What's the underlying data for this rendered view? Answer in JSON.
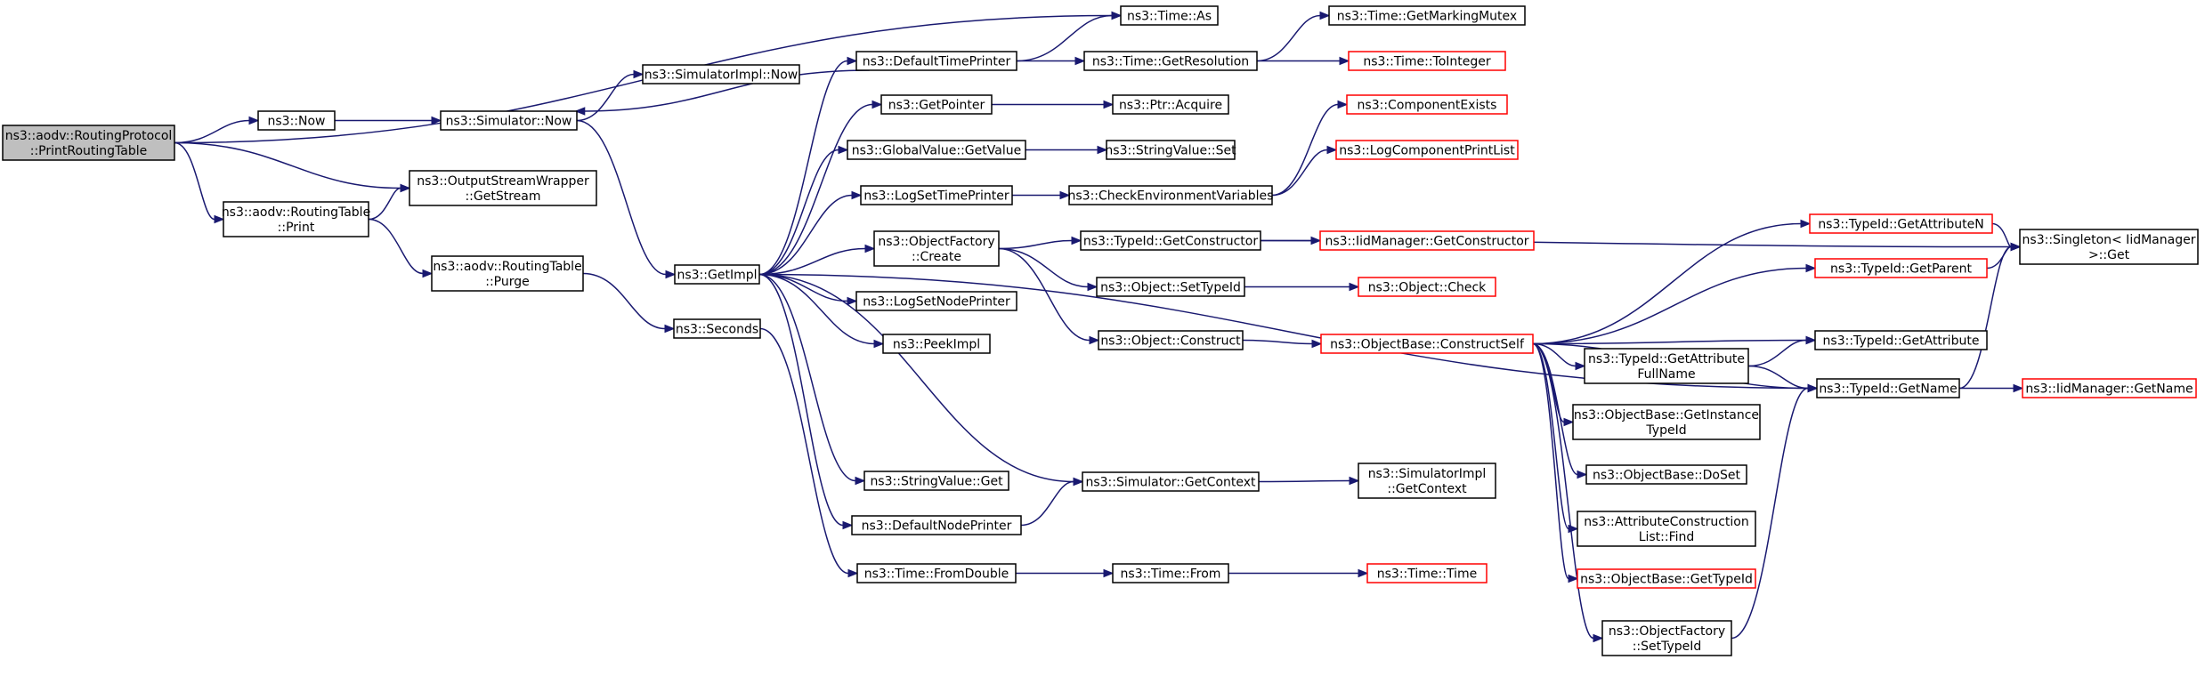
{
  "diagram": {
    "type": "call-graph",
    "colors": {
      "edge": "#191970",
      "node_border": "#000000",
      "node_border_external": "#ff0000",
      "root_fill": "#bfbfbf",
      "node_fill": "#ffffff"
    },
    "nodes": [
      {
        "id": "root",
        "lines": [
          "ns3::aodv::RoutingProtocol",
          "::PrintRoutingTable"
        ],
        "style": "root"
      },
      {
        "id": "now",
        "lines": [
          "ns3::Now"
        ],
        "style": "normal"
      },
      {
        "id": "rt_print",
        "lines": [
          "ns3::aodv::RoutingTable",
          "::Print"
        ],
        "style": "normal"
      },
      {
        "id": "time_as",
        "lines": [
          "ns3::Time::As"
        ],
        "style": "normal"
      },
      {
        "id": "osw_getstream",
        "lines": [
          "ns3::OutputStreamWrapper",
          "::GetStream"
        ],
        "style": "normal"
      },
      {
        "id": "sim_now",
        "lines": [
          "ns3::Simulator::Now"
        ],
        "style": "normal"
      },
      {
        "id": "rt_purge",
        "lines": [
          "ns3::aodv::RoutingTable",
          "::Purge"
        ],
        "style": "normal"
      },
      {
        "id": "simimpl_now",
        "lines": [
          "ns3::SimulatorImpl::Now"
        ],
        "style": "normal"
      },
      {
        "id": "getimpl",
        "lines": [
          "ns3::GetImpl"
        ],
        "style": "normal"
      },
      {
        "id": "seconds",
        "lines": [
          "ns3::Seconds"
        ],
        "style": "normal"
      },
      {
        "id": "default_time_printer",
        "lines": [
          "ns3::DefaultTimePrinter"
        ],
        "style": "normal"
      },
      {
        "id": "get_pointer",
        "lines": [
          "ns3::GetPointer"
        ],
        "style": "normal"
      },
      {
        "id": "gv_getvalue",
        "lines": [
          "ns3::GlobalValue::GetValue"
        ],
        "style": "normal"
      },
      {
        "id": "log_set_time_printer",
        "lines": [
          "ns3::LogSetTimePrinter"
        ],
        "style": "normal"
      },
      {
        "id": "of_create",
        "lines": [
          "ns3::ObjectFactory",
          "::Create"
        ],
        "style": "normal"
      },
      {
        "id": "log_set_node_printer",
        "lines": [
          "ns3::LogSetNodePrinter"
        ],
        "style": "normal"
      },
      {
        "id": "peek_impl",
        "lines": [
          "ns3::PeekImpl"
        ],
        "style": "normal"
      },
      {
        "id": "sv_get",
        "lines": [
          "ns3::StringValue::Get"
        ],
        "style": "normal"
      },
      {
        "id": "default_node_printer",
        "lines": [
          "ns3::DefaultNodePrinter"
        ],
        "style": "normal"
      },
      {
        "id": "time_fromdouble",
        "lines": [
          "ns3::Time::FromDouble"
        ],
        "style": "normal"
      },
      {
        "id": "time_getresolution",
        "lines": [
          "ns3::Time::GetResolution"
        ],
        "style": "normal"
      },
      {
        "id": "ptr_acquire",
        "lines": [
          "ns3::Ptr::Acquire"
        ],
        "style": "normal"
      },
      {
        "id": "sv_set",
        "lines": [
          "ns3::StringValue::Set"
        ],
        "style": "normal"
      },
      {
        "id": "check_env",
        "lines": [
          "ns3::CheckEnvironmentVariables"
        ],
        "style": "normal"
      },
      {
        "id": "typeid_getconstructor",
        "lines": [
          "ns3::TypeId::GetConstructor"
        ],
        "style": "normal"
      },
      {
        "id": "object_settypeid",
        "lines": [
          "ns3::Object::SetTypeId"
        ],
        "style": "normal"
      },
      {
        "id": "object_construct",
        "lines": [
          "ns3::Object::Construct"
        ],
        "style": "normal"
      },
      {
        "id": "sim_getcontext",
        "lines": [
          "ns3::Simulator::GetContext"
        ],
        "style": "normal"
      },
      {
        "id": "time_from",
        "lines": [
          "ns3::Time::From"
        ],
        "style": "normal"
      },
      {
        "id": "time_getmarkingmutex",
        "lines": [
          "ns3::Time::GetMarkingMutex"
        ],
        "style": "normal"
      },
      {
        "id": "time_tointeger",
        "lines": [
          "ns3::Time::ToInteger"
        ],
        "style": "external"
      },
      {
        "id": "component_exists",
        "lines": [
          "ns3::ComponentExists"
        ],
        "style": "external"
      },
      {
        "id": "log_component_print_list",
        "lines": [
          "ns3::LogComponentPrintList"
        ],
        "style": "external"
      },
      {
        "id": "iidmanager_getconstructor",
        "lines": [
          "ns3::IidManager::GetConstructor"
        ],
        "style": "external"
      },
      {
        "id": "object_check",
        "lines": [
          "ns3::Object::Check"
        ],
        "style": "external"
      },
      {
        "id": "ob_constructself",
        "lines": [
          "ns3::ObjectBase::ConstructSelf"
        ],
        "style": "external"
      },
      {
        "id": "simimpl_getcontext",
        "lines": [
          "ns3::SimulatorImpl",
          "::GetContext"
        ],
        "style": "normal"
      },
      {
        "id": "time_time",
        "lines": [
          "ns3::Time::Time"
        ],
        "style": "external"
      },
      {
        "id": "typeid_getattributen",
        "lines": [
          "ns3::TypeId::GetAttributeN"
        ],
        "style": "external"
      },
      {
        "id": "typeid_getparent",
        "lines": [
          "ns3::TypeId::GetParent"
        ],
        "style": "external"
      },
      {
        "id": "typeid_getattributefullname",
        "lines": [
          "ns3::TypeId::GetAttribute",
          "FullName"
        ],
        "style": "normal"
      },
      {
        "id": "ob_getinstancetypeid",
        "lines": [
          "ns3::ObjectBase::GetInstance",
          "TypeId"
        ],
        "style": "normal"
      },
      {
        "id": "ob_doset",
        "lines": [
          "ns3::ObjectBase::DoSet"
        ],
        "style": "normal"
      },
      {
        "id": "acl_find",
        "lines": [
          "ns3::AttributeConstruction",
          "List::Find"
        ],
        "style": "normal"
      },
      {
        "id": "ob_gettypeid",
        "lines": [
          "ns3::ObjectBase::GetTypeId"
        ],
        "style": "external"
      },
      {
        "id": "of_settypeid",
        "lines": [
          "ns3::ObjectFactory",
          "::SetTypeId"
        ],
        "style": "normal"
      },
      {
        "id": "singleton_get",
        "lines": [
          "ns3::Singleton< IidManager",
          " >::Get"
        ],
        "style": "normal"
      },
      {
        "id": "typeid_getattribute",
        "lines": [
          "ns3::TypeId::GetAttribute"
        ],
        "style": "normal"
      },
      {
        "id": "typeid_getname",
        "lines": [
          "ns3::TypeId::GetName"
        ],
        "style": "normal"
      },
      {
        "id": "iidmanager_getname",
        "lines": [
          "ns3::IidManager::GetName"
        ],
        "style": "external"
      }
    ],
    "edges": [
      [
        "root",
        "time_as"
      ],
      [
        "root",
        "now"
      ],
      [
        "root",
        "osw_getstream"
      ],
      [
        "root",
        "rt_print"
      ],
      [
        "now",
        "sim_now"
      ],
      [
        "rt_print",
        "osw_getstream"
      ],
      [
        "rt_print",
        "rt_purge"
      ],
      [
        "rt_purge",
        "seconds"
      ],
      [
        "sim_now",
        "simimpl_now"
      ],
      [
        "sim_now",
        "getimpl"
      ],
      [
        "seconds",
        "time_fromdouble"
      ],
      [
        "getimpl",
        "default_time_printer"
      ],
      [
        "getimpl",
        "get_pointer"
      ],
      [
        "getimpl",
        "gv_getvalue"
      ],
      [
        "getimpl",
        "log_set_time_printer"
      ],
      [
        "getimpl",
        "of_create"
      ],
      [
        "getimpl",
        "log_set_node_printer"
      ],
      [
        "getimpl",
        "peek_impl"
      ],
      [
        "getimpl",
        "sv_get"
      ],
      [
        "getimpl",
        "default_node_printer"
      ],
      [
        "getimpl",
        "sim_getcontext"
      ],
      [
        "getimpl",
        "typeid_getname"
      ],
      [
        "default_time_printer",
        "time_as"
      ],
      [
        "default_time_printer",
        "time_getresolution"
      ],
      [
        "default_time_printer",
        "sim_now"
      ],
      [
        "get_pointer",
        "ptr_acquire"
      ],
      [
        "gv_getvalue",
        "sv_set"
      ],
      [
        "log_set_time_printer",
        "check_env"
      ],
      [
        "of_create",
        "typeid_getconstructor"
      ],
      [
        "of_create",
        "object_settypeid"
      ],
      [
        "of_create",
        "object_construct"
      ],
      [
        "default_node_printer",
        "sim_getcontext"
      ],
      [
        "time_fromdouble",
        "time_from"
      ],
      [
        "time_getresolution",
        "time_getmarkingmutex"
      ],
      [
        "time_getresolution",
        "time_tointeger"
      ],
      [
        "check_env",
        "component_exists"
      ],
      [
        "check_env",
        "log_component_print_list"
      ],
      [
        "typeid_getconstructor",
        "iidmanager_getconstructor"
      ],
      [
        "typeid_getconstructor",
        "singleton_get"
      ],
      [
        "object_settypeid",
        "object_check"
      ],
      [
        "object_construct",
        "ob_constructself"
      ],
      [
        "sim_getcontext",
        "simimpl_getcontext"
      ],
      [
        "time_from",
        "time_time"
      ],
      [
        "ob_constructself",
        "typeid_getattributen"
      ],
      [
        "ob_constructself",
        "typeid_getparent"
      ],
      [
        "ob_constructself",
        "typeid_getattribute"
      ],
      [
        "ob_constructself",
        "typeid_getattributefullname"
      ],
      [
        "ob_constructself",
        "ob_getinstancetypeid"
      ],
      [
        "ob_constructself",
        "ob_doset"
      ],
      [
        "ob_constructself",
        "acl_find"
      ],
      [
        "ob_constructself",
        "ob_gettypeid"
      ],
      [
        "ob_constructself",
        "of_settypeid"
      ],
      [
        "ob_constructself",
        "typeid_getname"
      ],
      [
        "typeid_getattributen",
        "singleton_get"
      ],
      [
        "typeid_getparent",
        "singleton_get"
      ],
      [
        "typeid_getattributefullname",
        "typeid_getattribute"
      ],
      [
        "typeid_getattributefullname",
        "typeid_getname"
      ],
      [
        "of_settypeid",
        "typeid_getname"
      ],
      [
        "typeid_getname",
        "singleton_get"
      ],
      [
        "typeid_getname",
        "iidmanager_getname"
      ]
    ]
  }
}
